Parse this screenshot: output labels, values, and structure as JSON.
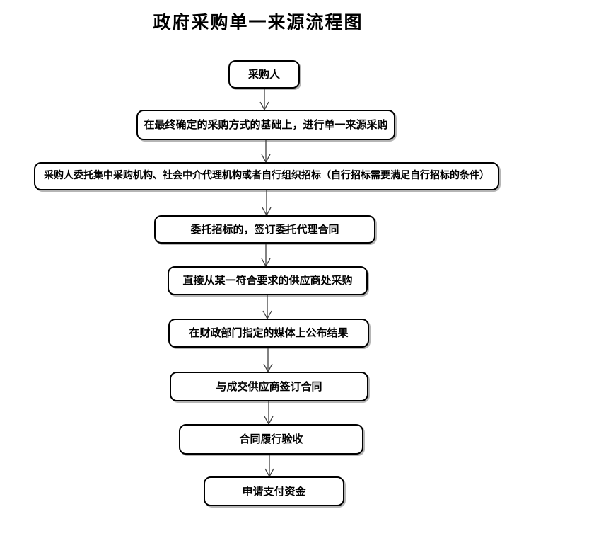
{
  "title": "政府采购单一来源流程图",
  "colors": {
    "background": "#ffffff",
    "node_fill": "#ffffff",
    "node_border": "#000000",
    "text": "#000000",
    "arrow": "#3f3f3f"
  },
  "flowchart": {
    "direction": "top-to-bottom",
    "node_shape": "rounded-rectangle",
    "nodes": [
      {
        "id": "node-1",
        "label": "采购人"
      },
      {
        "id": "node-2",
        "label": "在最终确定的采购方式的基础上，进行单一来源采购"
      },
      {
        "id": "node-3",
        "label": "采购人委托集中采购机构、社会中介代理机构或者自行组织招标（自行招标需要满足自行招标的条件）"
      },
      {
        "id": "node-4",
        "label": "委托招标的，签订委托代理合同"
      },
      {
        "id": "node-5",
        "label": "直接从某一符合要求的供应商处采购"
      },
      {
        "id": "node-6",
        "label": "在财政部门指定的媒体上公布结果"
      },
      {
        "id": "node-7",
        "label": "与成交供应商签订合同"
      },
      {
        "id": "node-8",
        "label": "合同履行验收"
      },
      {
        "id": "node-9",
        "label": "申请支付资金"
      }
    ],
    "connections": [
      {
        "from": "node-1",
        "to": "node-2",
        "style": "arrow-down"
      },
      {
        "from": "node-2",
        "to": "node-3",
        "style": "arrow-down"
      },
      {
        "from": "node-3",
        "to": "node-4",
        "style": "arrow-down"
      },
      {
        "from": "node-4",
        "to": "node-5",
        "style": "arrow-down"
      },
      {
        "from": "node-5",
        "to": "node-6",
        "style": "arrow-down"
      },
      {
        "from": "node-6",
        "to": "node-7",
        "style": "arrow-down"
      },
      {
        "from": "node-7",
        "to": "node-8",
        "style": "arrow-down"
      },
      {
        "from": "node-8",
        "to": "node-9",
        "style": "arrow-down"
      }
    ]
  }
}
